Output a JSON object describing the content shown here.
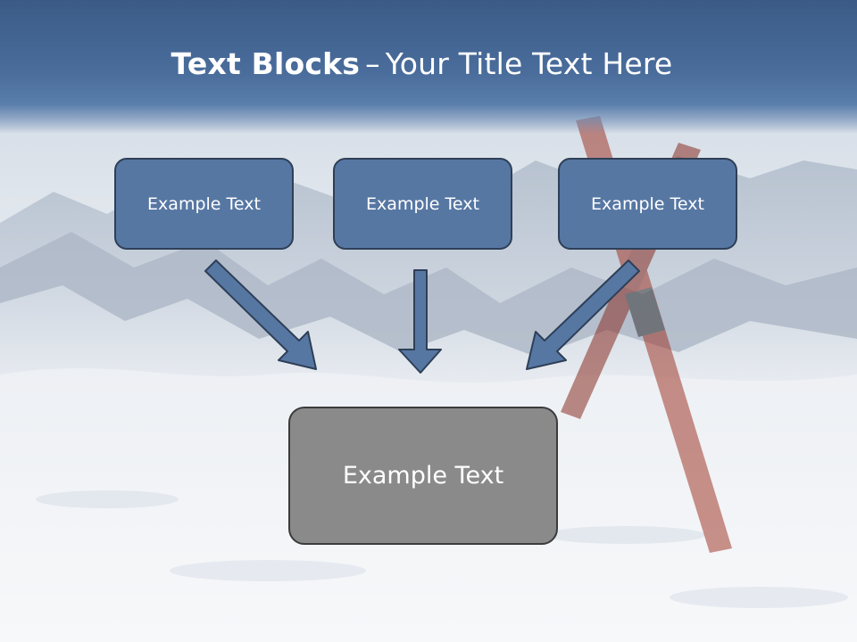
{
  "slide": {
    "title_bold": "Text Blocks",
    "title_dash": "–",
    "title_rest": "Your Title Text Here",
    "boxes": [
      {
        "label": "Example Text"
      },
      {
        "label": "Example Text"
      },
      {
        "label": "Example Text"
      }
    ],
    "main_box": {
      "label": "Example Text"
    },
    "colors": {
      "title_band": "#3b5b86",
      "box_fill": "#5777a3",
      "box_border": "#2e3f57",
      "main_box_fill": "#8a8a8a",
      "arrow_fill": "#5777a3"
    }
  }
}
